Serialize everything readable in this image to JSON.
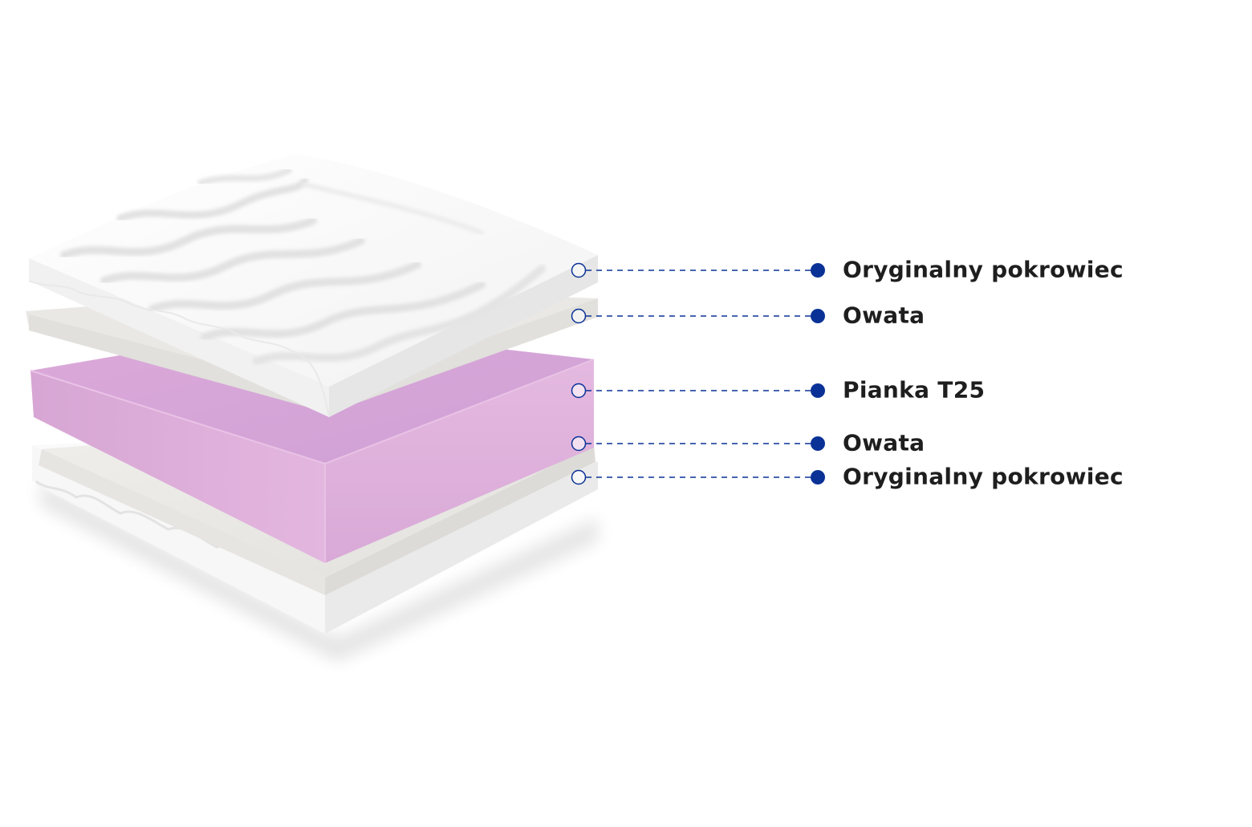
{
  "colors": {
    "accent": "#0a3296",
    "label_text": "#1e1e1e",
    "foam": "#d9a8d6",
    "cover": "#ffffff",
    "wadding": "#ecebe8"
  },
  "layers": [
    {
      "label": "Oryginalny pokrowiec",
      "icon": "hollow-circle-icon"
    },
    {
      "label": "Owata",
      "icon": "hollow-circle-icon"
    },
    {
      "label": "Pianka T25",
      "icon": "hollow-circle-icon"
    },
    {
      "label": "Owata",
      "icon": "hollow-circle-icon"
    },
    {
      "label": "Oryginalny pokrowiec",
      "icon": "hollow-circle-icon"
    }
  ]
}
